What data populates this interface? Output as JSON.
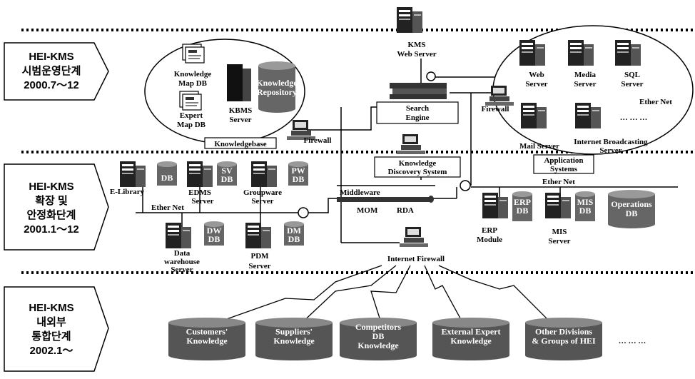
{
  "phases": [
    {
      "name": "HEI-KMS",
      "stage": "시범운영단계",
      "period": "2000.7～12"
    },
    {
      "name": "HEI-KMS",
      "stage1": "확장 및",
      "stage2": "안정화단계",
      "period": "2001.1～12"
    },
    {
      "name": "HEI-KMS",
      "stage1": "내외부",
      "stage2": "통합단계",
      "period": "2002.1～"
    }
  ],
  "tier1": {
    "kms_web_server": [
      "KMS",
      "Web Server"
    ],
    "knowledge_map_db": [
      "Knowledge",
      "Map DB"
    ],
    "expert_map_db": [
      "Expert",
      "Map DB"
    ],
    "kbms_server": [
      "KBMS",
      "Server"
    ],
    "knowledge_repository": [
      "Knowledge",
      "Repository"
    ],
    "knowledgebase": "Knowledgebase",
    "firewall_left": "Firewall",
    "search_engine": [
      "Search",
      "Engine"
    ],
    "firewall_right": "Firewall",
    "web_server": [
      "Web",
      "Server"
    ],
    "media_server": [
      "Media",
      "Server"
    ],
    "sql_server": [
      "SQL",
      "Server"
    ],
    "ether_net": "Ether Net",
    "ellipsis": "… … …",
    "mail_server": "Mail Server",
    "internet_broadcasting": [
      "Internet Broadcasting",
      "Server"
    ],
    "application_systems": [
      "Application",
      "Systems"
    ]
  },
  "tier2": {
    "knowledge_discovery": [
      "Knowledge",
      "Discovery System"
    ],
    "e_library": "E-Library",
    "e_library_db": "DB",
    "edms_server": [
      "EDMS",
      "Server"
    ],
    "edms_db": [
      "SV",
      "DB"
    ],
    "groupware_server": [
      "Groupware",
      "Server"
    ],
    "groupware_db": [
      "PW",
      "DB"
    ],
    "ether_net_left": "Ether Net",
    "middleware": "Middleware",
    "mom": "MOM",
    "rda": "RDA",
    "ether_net_right": "Ether Net",
    "erp_module": [
      "ERP",
      "Module"
    ],
    "erp_db": [
      "ERP",
      "DB"
    ],
    "mis_server": [
      "MIS",
      "Server"
    ],
    "mis_db": [
      "MIS",
      "DB"
    ],
    "operations_db": [
      "Operations",
      "DB"
    ],
    "data_warehouse": [
      "Data",
      "warehouse",
      "Server"
    ],
    "dw_db": [
      "DW",
      "DB"
    ],
    "pdm_server": [
      "PDM",
      "Server"
    ],
    "pdm_db": [
      "DM",
      "DB"
    ],
    "internet_firewall": "Internet Firewall"
  },
  "tier3": {
    "dbs": [
      [
        "Customers'",
        "Knowledge"
      ],
      [
        "Suppliers'",
        "Knowledge"
      ],
      [
        "Competitors",
        "DB",
        "Knowledge"
      ],
      [
        "External Expert",
        "Knowledge"
      ],
      [
        "Other Divisions",
        "& Groups of HEI"
      ]
    ],
    "ellipsis": "… … …"
  }
}
